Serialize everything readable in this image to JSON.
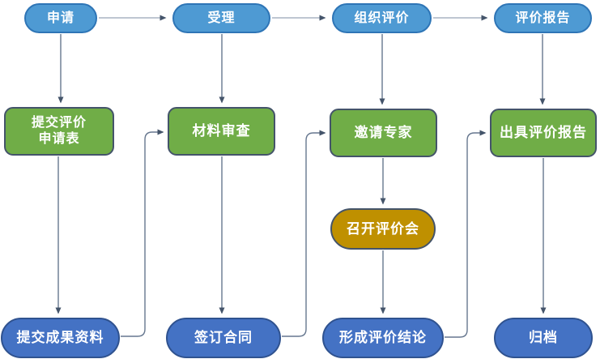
{
  "diagram": {
    "type": "flowchart",
    "nodes": [
      {
        "id": "apply",
        "label": "申请",
        "shape": "pill-top"
      },
      {
        "id": "accept",
        "label": "受理",
        "shape": "pill-top"
      },
      {
        "id": "organize-evaluation",
        "label": "组织评价",
        "shape": "pill-top"
      },
      {
        "id": "evaluation-report",
        "label": "评价报告",
        "shape": "pill-top"
      },
      {
        "id": "submit-application-form",
        "label": "提交评价\n申请表",
        "shape": "process"
      },
      {
        "id": "material-review",
        "label": "材料审查",
        "shape": "process"
      },
      {
        "id": "invite-experts",
        "label": "邀请专家",
        "shape": "process"
      },
      {
        "id": "issue-evaluation-report",
        "label": "出具评价报告",
        "shape": "process"
      },
      {
        "id": "hold-evaluation-meeting",
        "label": "召开评价会",
        "shape": "meeting"
      },
      {
        "id": "submit-achievement-materials",
        "label": "提交成果资料",
        "shape": "pill-bottom"
      },
      {
        "id": "sign-contract",
        "label": "签订合同",
        "shape": "pill-bottom"
      },
      {
        "id": "form-evaluation-conclusion",
        "label": "形成评价结论",
        "shape": "pill-bottom"
      },
      {
        "id": "archive",
        "label": "归档",
        "shape": "pill-bottom"
      }
    ],
    "edges": [
      {
        "from": "apply",
        "to": "accept"
      },
      {
        "from": "accept",
        "to": "organize-evaluation"
      },
      {
        "from": "organize-evaluation",
        "to": "evaluation-report"
      },
      {
        "from": "apply",
        "to": "submit-application-form"
      },
      {
        "from": "accept",
        "to": "material-review"
      },
      {
        "from": "organize-evaluation",
        "to": "invite-experts"
      },
      {
        "from": "evaluation-report",
        "to": "issue-evaluation-report"
      },
      {
        "from": "submit-application-form",
        "to": "submit-achievement-materials"
      },
      {
        "from": "material-review",
        "to": "sign-contract"
      },
      {
        "from": "invite-experts",
        "to": "hold-evaluation-meeting"
      },
      {
        "from": "hold-evaluation-meeting",
        "to": "form-evaluation-conclusion"
      },
      {
        "from": "issue-evaluation-report",
        "to": "archive"
      },
      {
        "from": "submit-achievement-materials",
        "to": "material-review"
      },
      {
        "from": "sign-contract",
        "to": "invite-experts"
      },
      {
        "from": "form-evaluation-conclusion",
        "to": "issue-evaluation-report"
      }
    ],
    "colors": {
      "top_pill_fill": "#4E9AD3",
      "top_pill_border": "#2E75B6",
      "process_fill": "#70AD47",
      "process_border": "#44546A",
      "meeting_fill": "#BF9000",
      "meeting_border": "#44546A",
      "bottom_pill_fill": "#4472C4",
      "bottom_pill_border": "#2F528F",
      "line": "#66778F",
      "line_light": "#A9B3C2",
      "arrowhead": "#44546A",
      "text": "#FFFFFF",
      "background": "#FFFFFF"
    }
  }
}
